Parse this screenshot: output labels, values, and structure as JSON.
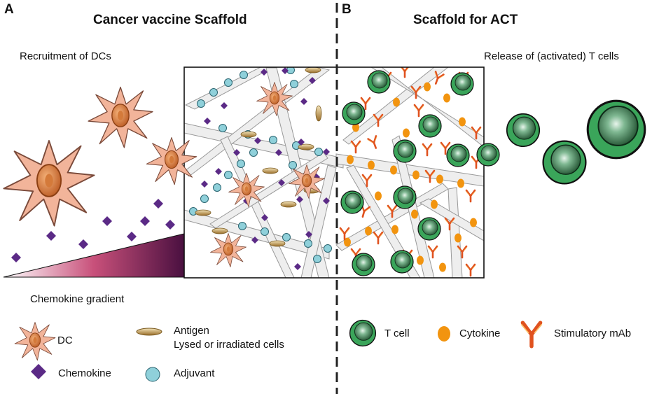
{
  "panel_a": {
    "letter": "A",
    "title": "Cancer vaccine Scaffold",
    "recruitment_label": "Recruitment of DCs",
    "gradient_label": "Chemokine gradient"
  },
  "panel_b": {
    "letter": "B",
    "title": "Scaffold for ACT",
    "release_label": "Release of (activated) T cells"
  },
  "legend": {
    "dc": "DC",
    "antigen_line1": "Antigen",
    "antigen_line2": "Lysed or irradiated cells",
    "chemokine": "Chemokine",
    "adjuvant": "Adjuvant",
    "t_cell": "T cell",
    "cytokine": "Cytokine",
    "stimulatory_mab": "Stimulatory mAb"
  },
  "colors": {
    "dc_fill": "#f2b49a",
    "dc_nucleus": "#c8682e",
    "chemokine": "#5b2a86",
    "adjuvant": "#8fd0da",
    "antigen": "#b58a3e",
    "tcell_outer": "#3aa55a",
    "tcell_inner": "#1f5f32",
    "cytokine": "#f2940f",
    "mab": "#e0521f",
    "gradient_dark": "#4a1040",
    "gradient_mid": "#c8507a",
    "fiber": "#eeeeee"
  }
}
